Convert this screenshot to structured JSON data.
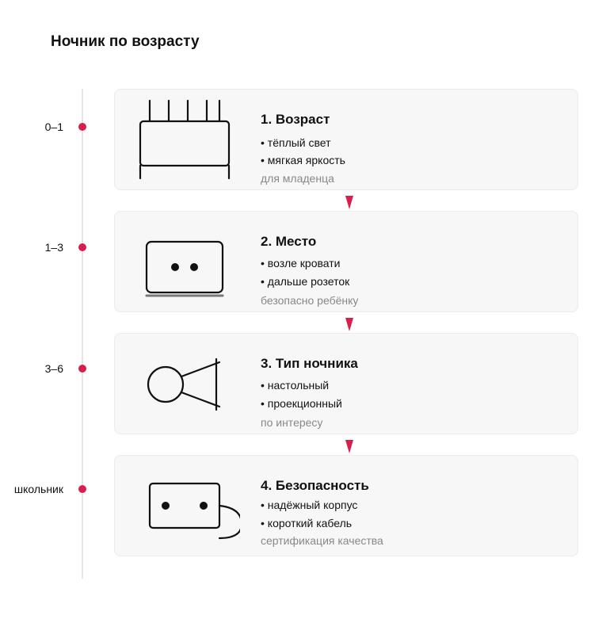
{
  "title": "Ночник по возрасту",
  "accent_color": "#d81e4a",
  "steps": [
    {
      "age": "0–1",
      "title": "1. Возраст",
      "bullets": [
        "• тёплый свет",
        "• мягкая яркость"
      ],
      "note": "для младенца",
      "icon": "crib-icon"
    },
    {
      "age": "1–3",
      "title": "2. Место",
      "bullets": [
        "• возле кровати",
        "• дальше розеток"
      ],
      "note": "безопасно ребёнку",
      "icon": "socket-icon"
    },
    {
      "age": "3–6",
      "title": "3. Тип ночника",
      "bullets": [
        "• настольный",
        "• проекционный"
      ],
      "note": "по интересу",
      "icon": "projector-icon"
    },
    {
      "age": "школьник",
      "title": "4. Безопасность",
      "bullets": [
        "• надёжный корпус",
        "• короткий кабель"
      ],
      "note": "сертификация качества",
      "icon": "plug-cable-icon"
    }
  ]
}
